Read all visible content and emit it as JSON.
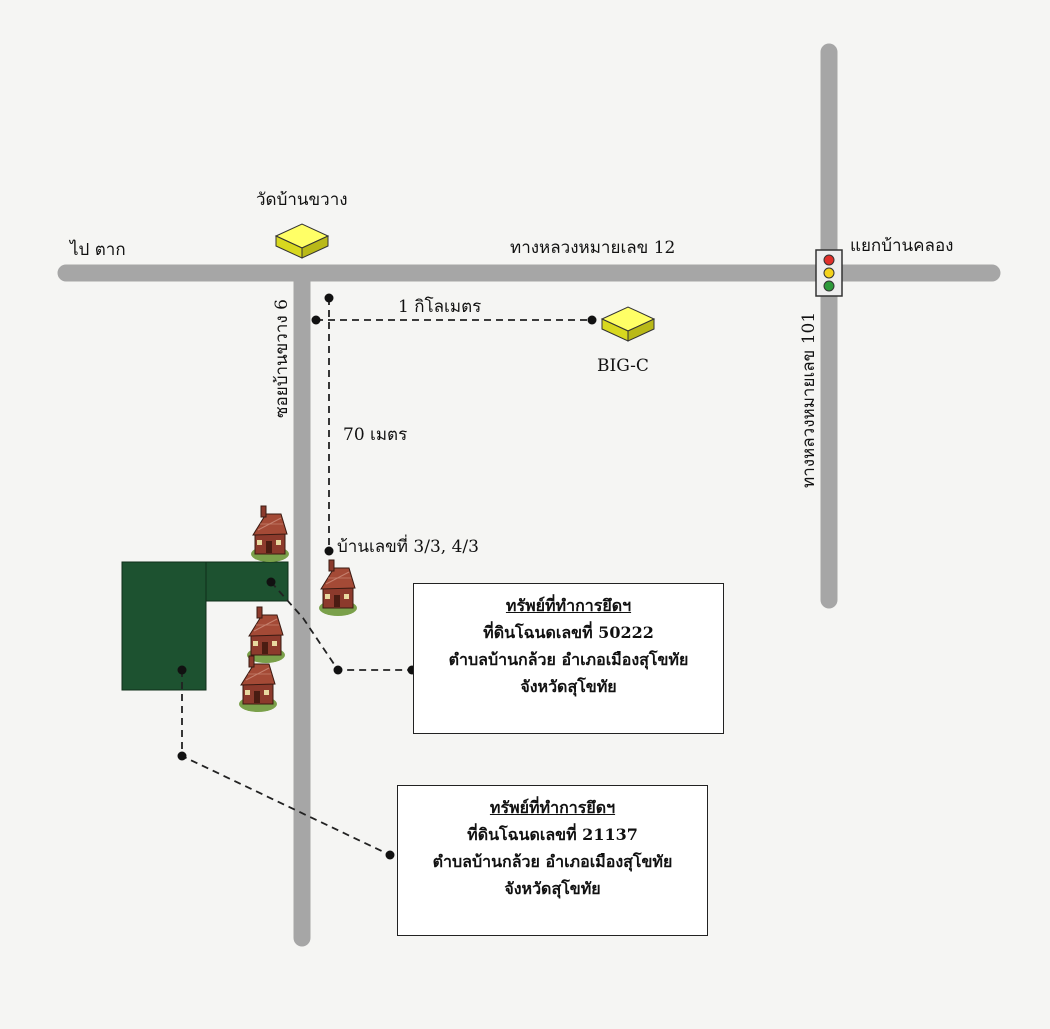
{
  "labels": {
    "to_tak": "ไป ตาก",
    "highway_12": "ทางหลวงหมายเลข 12",
    "junction": "แยกบ้านคลอง",
    "temple": "วัดบ้านขวาง",
    "soi": "ซอยบ้านขวาง 6",
    "highway_101": "ทางหลวงหมายเลข 101",
    "distance_1km": "1 กิโลเมตร",
    "big_c": "BIG-C",
    "distance_70m": "70 เมตร",
    "house_no": "บ้านเลขที่ 3/3, 4/3"
  },
  "box1": {
    "title": "ทรัพย์ที่ทำการยึดฯ",
    "line1": "ที่ดินโฉนดเลขที่  50222",
    "line2": "ตำบลบ้านกล้วย อำเภอเมืองสุโขทัย",
    "line3": "จังหวัดสุโขทัย"
  },
  "box2": {
    "title": "ทรัพย์ที่ทำการยึดฯ",
    "line1": "ที่ดินโฉนดเลขที่  21137",
    "line2": "ตำบลบ้านกล้วย อำเภอเมืองสุโขทัย",
    "line3": "จังหวัดสุโขทัย"
  },
  "colors": {
    "road": "#a6a6a6",
    "land_parcel": "#1d5230",
    "building_top": "#ffff66",
    "building_side": "#d8d81f",
    "light_red": "#e0302a",
    "light_yellow": "#f3d21c",
    "light_green": "#2d9a3a"
  },
  "icons": [
    "building-icon",
    "house-icon",
    "traffic-light-icon"
  ]
}
